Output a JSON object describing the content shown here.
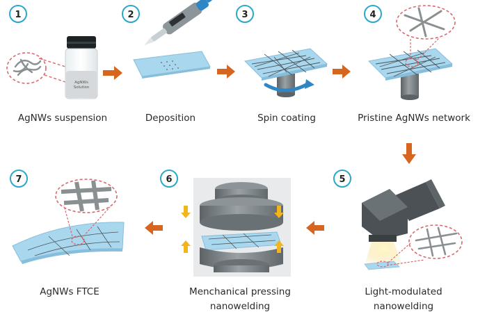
{
  "steps": [
    {
      "num": "1",
      "label": "AgNWs suspension"
    },
    {
      "num": "2",
      "label": "Deposition"
    },
    {
      "num": "3",
      "label": "Spin coating"
    },
    {
      "num": "4",
      "label": "Pristine AgNWs network"
    },
    {
      "num": "5",
      "label_line1": "Light-modulated",
      "label_line2": "nanowelding"
    },
    {
      "num": "6",
      "label_line1": "Menchanical pressing",
      "label_line2": "nanowelding"
    },
    {
      "num": "7",
      "label": "AgNWs FTCE"
    }
  ],
  "vial_label_line1": "AgNWs",
  "vial_label_line2": "Solution",
  "colors": {
    "circle_stroke": "#2aa7c9",
    "arrow": "#d5651f",
    "film": "#a9d7ee",
    "film_edge": "#86bedc",
    "dashed_callout": "#d9676b",
    "press_arrow": "#f2b51c",
    "metal": "#7d8487"
  }
}
